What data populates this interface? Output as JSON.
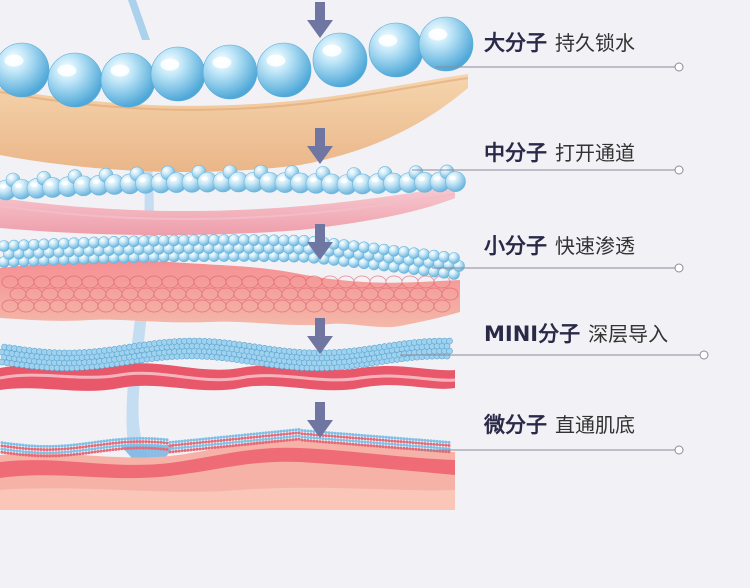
{
  "layers": [
    {
      "title": "大分子",
      "description": "持久锁水"
    },
    {
      "title": "中分子",
      "description": "打开通道"
    },
    {
      "title": "小分子",
      "description": "快速渗透"
    },
    {
      "title": "MINI分子",
      "description": "深层导入"
    },
    {
      "title": "微分子",
      "description": "直通肌底"
    }
  ],
  "colors": {
    "background": "#f2f2f6",
    "arrow": "#6f76a2",
    "droplet": "#8ecbec",
    "label_title": "#2a2a48",
    "leader_line": "#8b8b99",
    "skin_tan": "#f1c79a",
    "skin_pink": "#f1a9b3",
    "skin_red": "#ee6f78"
  }
}
